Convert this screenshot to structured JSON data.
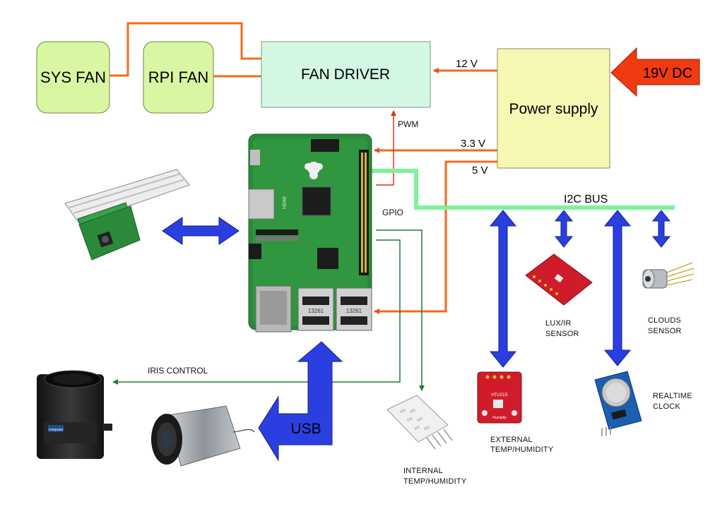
{
  "blocks": {
    "sys_fan": "SYS FAN",
    "rpi_fan": "RPI FAN",
    "fan_driver": "FAN DRIVER",
    "power_supply": "Power supply",
    "dc_input": "19V DC"
  },
  "wires": {
    "v12": "12 V",
    "v33": "3.3 V",
    "v5": "5 V",
    "pwm": "PWM",
    "gpio": "GPIO",
    "i2c": "I2C BUS",
    "iris": "IRIS CONTROL",
    "usb": "USB"
  },
  "labels": {
    "lux_1": "LUX/IR",
    "lux_2": "SENSOR",
    "clouds_1": "CLOUDS",
    "clouds_2": "SENSOR",
    "rtc_1": "REALTIME",
    "rtc_2": "CLOCK",
    "ext_1": "EXTERNAL",
    "ext_2": "TEMP/HUMIDITY",
    "int_1": "INTERNAL",
    "int_2": "TEMP/HUMIDITY"
  },
  "chip_text": {
    "hdmi": "HDMI",
    "usb_a": "13261",
    "usb_b": "13261",
    "sensor_model": "HTU21D",
    "sensor_sub": "Humidity",
    "lens_brand": "computar"
  },
  "colors": {
    "power_orange": "#f26a1b",
    "i2c_green": "#7ff29a",
    "arrow_blue": "#2b3fe0",
    "gpio_green": "#1e7a3c",
    "fan_green": "#d9f7a3",
    "driver_green": "#d3f7e3",
    "psu_yellow": "#f7f7b4",
    "dc_red": "#f03a10"
  }
}
